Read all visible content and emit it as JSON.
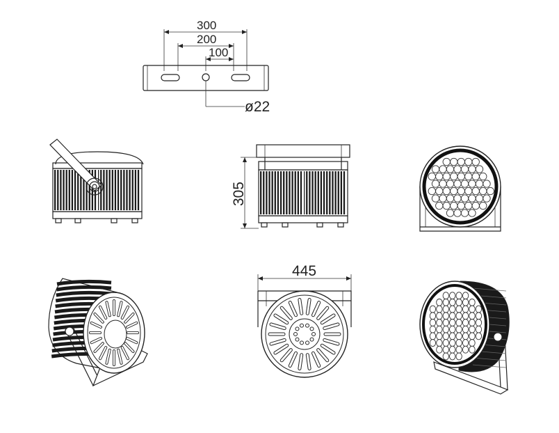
{
  "dimensions": {
    "bracket_hole_spacing_outer": "300",
    "bracket_hole_spacing_middle": "200",
    "bracket_hole_spacing_inner": "100",
    "bracket_center_hole": "ø22",
    "fixture_height": "305",
    "fixture_width": "445"
  },
  "colors": {
    "line": "#222222",
    "fins": "#1a1a1a",
    "background": "#ffffff"
  },
  "views": [
    "bracket-top-view",
    "side-view",
    "front-elevation",
    "led-face-front",
    "rear-perspective",
    "rear-view",
    "led-face-perspective"
  ]
}
